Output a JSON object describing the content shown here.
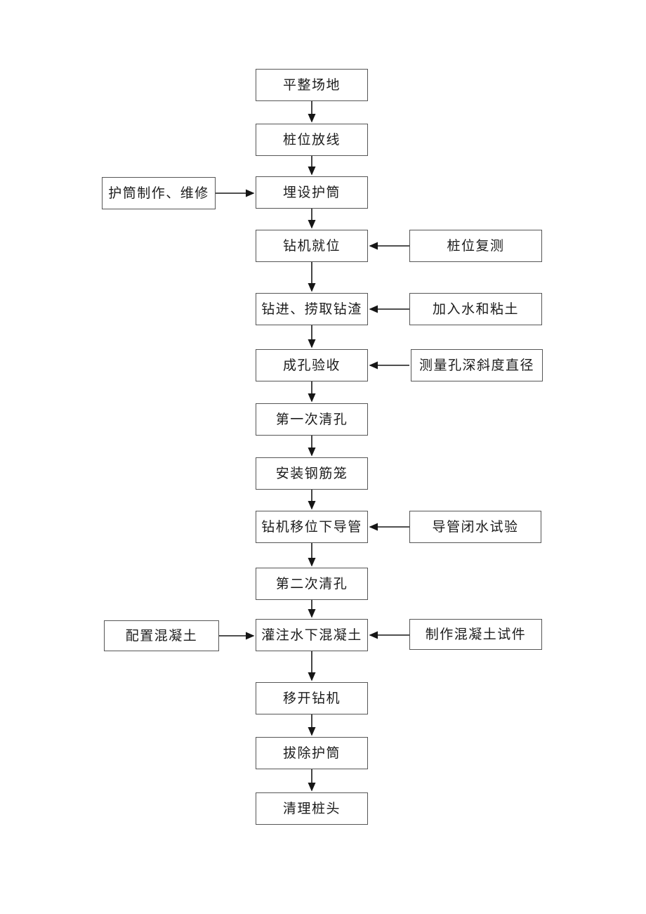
{
  "flowchart": {
    "main_steps": [
      {
        "label": "平整场地"
      },
      {
        "label": "桩位放线"
      },
      {
        "label": "埋设护筒"
      },
      {
        "label": "钻机就位"
      },
      {
        "label": "钻进、捞取钻渣"
      },
      {
        "label": "成孔验收"
      },
      {
        "label": "第一次清孔"
      },
      {
        "label": "安装钢筋笼"
      },
      {
        "label": "钻机移位下导管"
      },
      {
        "label": "第二次清孔"
      },
      {
        "label": "灌注水下混凝土"
      },
      {
        "label": "移开钻机"
      },
      {
        "label": "拔除护筒"
      },
      {
        "label": "清理桩头"
      }
    ],
    "left_inputs": [
      {
        "label": "护筒制作、维修",
        "target": "埋设护筒",
        "direction": "right"
      },
      {
        "label": "配置混凝土",
        "target": "灌注水下混凝土",
        "direction": "right"
      }
    ],
    "right_inputs": [
      {
        "label": "桩位复测",
        "target": "钻机就位",
        "direction": "left"
      },
      {
        "label": "加入水和粘土",
        "target": "钻进、捞取钻渣",
        "direction": "left"
      },
      {
        "label": "测量孔深斜度直径",
        "target": "成孔验收",
        "direction": "left"
      },
      {
        "label": "导管闭水试验",
        "target": "钻机移位下导管",
        "direction": "left"
      },
      {
        "label": "制作混凝土试件",
        "target": "灌注水下混凝土",
        "direction": "left"
      }
    ],
    "colors": {
      "background": "#ffffff",
      "box_border": "#565656",
      "box_fill": "#ffffff",
      "arrow": "#161616",
      "text": "#1c1c1c"
    }
  }
}
